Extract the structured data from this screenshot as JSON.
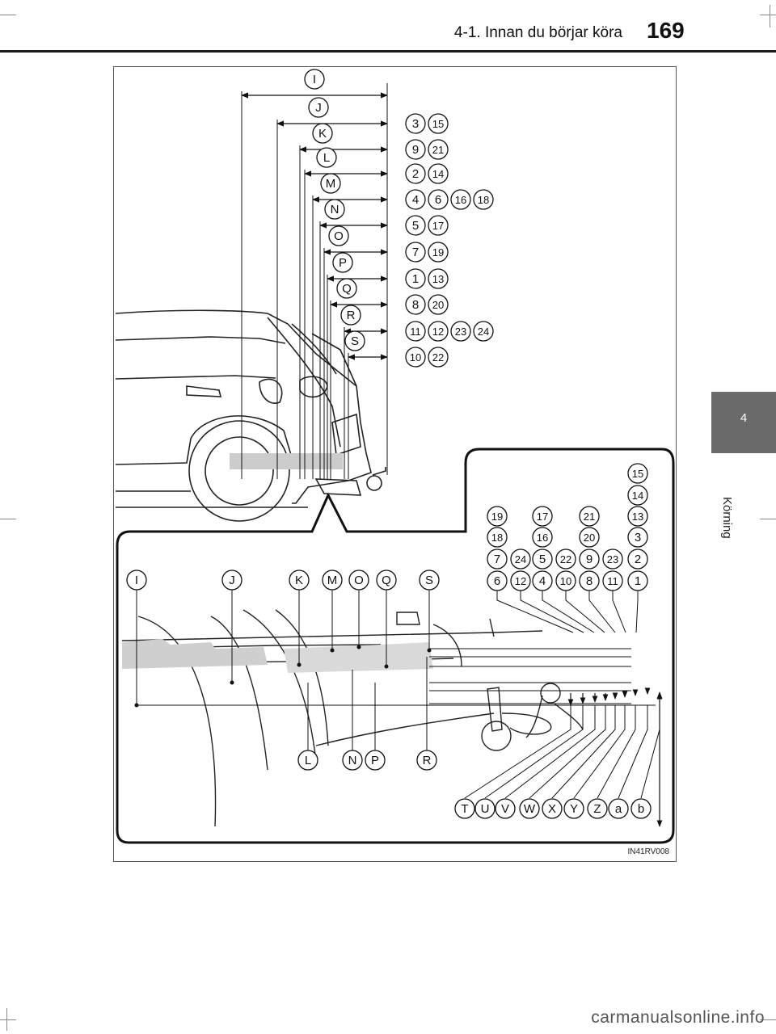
{
  "header": {
    "section_title": "4-1. Innan du börjar köra",
    "page_number": "169"
  },
  "side_tab": {
    "chapter": "4",
    "label": "Körning",
    "color": "#6a6a6a"
  },
  "figure": {
    "code": "IN41RV008",
    "top_dimensions": [
      {
        "letter": "I",
        "refs": []
      },
      {
        "letter": "J",
        "refs": [
          "3",
          "15"
        ]
      },
      {
        "letter": "K",
        "refs": [
          "9",
          "21"
        ]
      },
      {
        "letter": "L",
        "refs": [
          "2",
          "14"
        ]
      },
      {
        "letter": "M",
        "refs": [
          "4",
          "6",
          "16",
          "18"
        ]
      },
      {
        "letter": "N",
        "refs": [
          "5",
          "17"
        ]
      },
      {
        "letter": "O",
        "refs": [
          "7",
          "19"
        ]
      },
      {
        "letter": "P",
        "refs": [
          "1",
          "13"
        ]
      },
      {
        "letter": "Q",
        "refs": [
          "8",
          "20"
        ]
      },
      {
        "letter": "R",
        "refs": [
          "11",
          "12",
          "23",
          "24"
        ]
      },
      {
        "letter": "S",
        "refs": [
          "10",
          "22"
        ]
      }
    ],
    "detail_top_letters": [
      "I",
      "J",
      "K",
      "M",
      "O",
      "Q",
      "S"
    ],
    "detail_bottom_letters": [
      "L",
      "N",
      "P",
      "R"
    ],
    "number_grid": [
      [
        "",
        "",
        "",
        "",
        "",
        "",
        "15"
      ],
      [
        "",
        "",
        "",
        "",
        "",
        "",
        "14"
      ],
      [
        "19",
        "",
        "17",
        "",
        "21",
        "",
        "13"
      ],
      [
        "18",
        "",
        "16",
        "",
        "20",
        "",
        "3"
      ],
      [
        "7",
        "24",
        "5",
        "22",
        "9",
        "23",
        "2"
      ],
      [
        "6",
        "12",
        "4",
        "10",
        "8",
        "11",
        "1"
      ]
    ],
    "height_letters": [
      "T",
      "U",
      "V",
      "W",
      "X",
      "Y",
      "Z",
      "a",
      "b"
    ]
  },
  "watermark": "carmanualsonline.info"
}
